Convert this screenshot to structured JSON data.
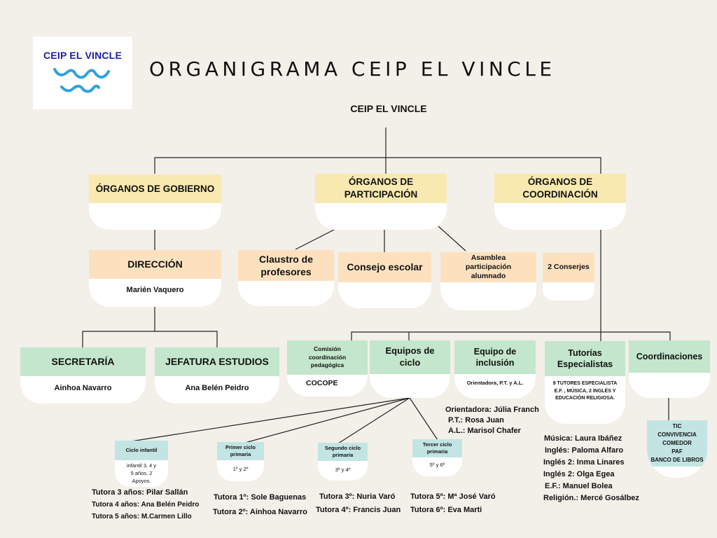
{
  "logo": {
    "text": "CEIP EL VINCLE",
    "icon": "waves-icon",
    "wave_color": "#2fa3dc",
    "text_color": "#1b1bb0"
  },
  "title": "ORGANIGRAMA CEIP EL VINCLE",
  "root": "CEIP EL VINCLE",
  "colors": {
    "background": "#f3efe9",
    "gobierno": "#f8e9b0",
    "participacion_children": "#fde1bf",
    "coordinacion_children": "#c4e6cc",
    "ciclos": "#c2e5e3",
    "line": "#222222"
  },
  "level1": {
    "gobierno": "ÓRGANOS DE GOBIERNO",
    "participacion": "ÓRGANOS DE PARTICIPACIÓN",
    "coordinacion": "ÓRGANOS DE COORDINACIÓN"
  },
  "direccion": {
    "title": "DIRECCIÓN",
    "name": "Marién Vaquero"
  },
  "secretaria": {
    "title": "SECRETARÍA",
    "name": "Ainhoa Navarro"
  },
  "jefatura": {
    "title": "JEFATURA ESTUDIOS",
    "name": "Ana Belén Peidro"
  },
  "participacion_items": [
    {
      "title": "Claustro de profesores"
    },
    {
      "title": "Consejo escolar"
    },
    {
      "title": "Asamblea participación alumnado"
    },
    {
      "title": "2 Conserjes"
    }
  ],
  "coordinacion_items": [
    {
      "title": "Comisión coordinación pedagógica",
      "body": "COCOPE"
    },
    {
      "title": "Equipos de ciclo",
      "body": ""
    },
    {
      "title": "Equipo de inclusión",
      "body": "Orientadora, P.T. y A.L."
    },
    {
      "title": "Tutorías Especialistas",
      "body": "9 TUTORES ESPECIALISTA  E.F. , MÚSICA, 2 INGLÉS Y EDUCACIÓN RELIGIOSA."
    },
    {
      "title": "Coordinaciones",
      "body": ""
    }
  ],
  "inclusion_staff": [
    "Orientadora: Júlia Franch",
    "P.T.: Rosa Juan",
    "A.L.: Marisol Chafer"
  ],
  "specialists": [
    "Música: Laura Ibáñez",
    "Inglés: Paloma Alfaro",
    "Inglés 2:  Inma Linares",
    "Inglés 2:  Olga Egea",
    "E.F.: Manuel Bolea",
    "Religión.: Mercé Gosálbez"
  ],
  "coordinaciones_list": [
    "TIC",
    "CONVIVENCIA",
    "COMEDOR",
    "PAF",
    "BANCO DE LIBROS"
  ],
  "ciclos": [
    {
      "title": "Ciclo infantil",
      "body": "infantil 3, 4 y 5 años. 2 Apoyos.",
      "tutors": [
        "Tutora 3 años: Pilar Sallán",
        "Tutora 4 años: Ana Belén Peidro",
        "Tutora 5 años:  M.Carmen Lillo"
      ]
    },
    {
      "title": "Primer ciclo primaria",
      "body": "1º y 2º",
      "tutors": [
        "Tutora 1º: Sole Baguenas",
        "Tutora 2º: Ainhoa Navarro"
      ]
    },
    {
      "title": "Segundo ciclo primaria",
      "body": "3º y 4º",
      "tutors": [
        "Tutora 3º: Nuria Varó",
        "Tutora 4º: Francis Juan"
      ]
    },
    {
      "title": "Tercer ciclo primaria",
      "body": "5º y 6º",
      "tutors": [
        "Tutora 5º: Mª José Varó",
        "Tutora 6º: Eva Marti"
      ]
    }
  ]
}
